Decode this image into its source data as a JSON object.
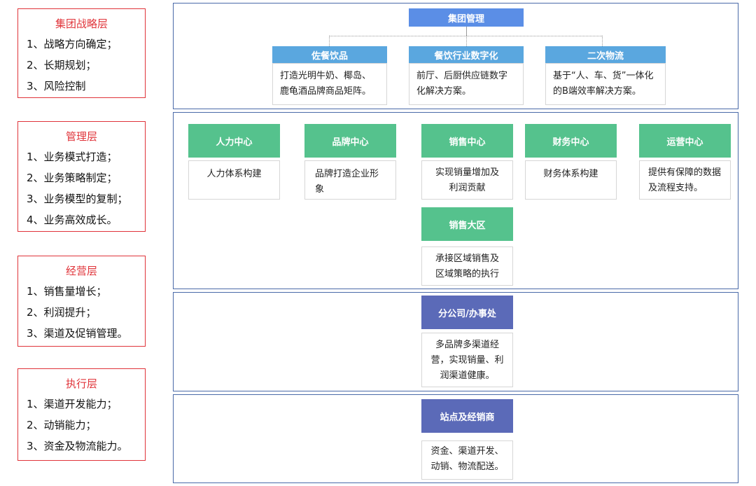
{
  "layers": [
    {
      "title": "集团战略层",
      "items": [
        "1、战略方向确定；",
        "2、长期规划；",
        "3、风险控制"
      ]
    },
    {
      "title": "管理层",
      "items": [
        "1、业务模式打造；",
        "2、业务策略制定；",
        "3、业务模型的复制；",
        "4、业务高效成长。"
      ]
    },
    {
      "title": "经营层",
      "items": [
        "1、销售量增长；",
        "2、利润提升；",
        "3、渠道及促销管理。"
      ]
    },
    {
      "title": "执行层",
      "items": [
        "1、渠道开发能力；",
        "2、动销能力；",
        "3、资金及物流能力。"
      ]
    }
  ],
  "group": {
    "title": "集团管理",
    "units": [
      {
        "title": "佐餐饮品",
        "desc": "打造光明牛奶、椰岛、鹿龟酒品牌商品矩阵。"
      },
      {
        "title": "餐饮行业数字化",
        "desc": "前厅、后厨供应链数字化解决方案。"
      },
      {
        "title": "二次物流",
        "desc": "基于“人、车、货”一体化的B端效率解决方案。"
      }
    ]
  },
  "centers": [
    {
      "title": "人力中心",
      "desc": "人力体系构建"
    },
    {
      "title": "品牌中心",
      "desc": "品牌打造企业形象"
    },
    {
      "title": "销售中心",
      "desc": "实现销量增加及利润贡献"
    },
    {
      "title": "财务中心",
      "desc": "财务体系构建"
    },
    {
      "title": "运营中心",
      "desc": "提供有保障的数据及流程支持。"
    }
  ],
  "region": {
    "title": "销售大区",
    "desc": "承接区域销售及区域策略的执行"
  },
  "branch": {
    "title": "分公司/办事处",
    "desc": "多品牌多渠道经营，实现销量、利润渠道健康。"
  },
  "dealer": {
    "title": "站点及经销商",
    "desc": "资金、渠道开发、动销、物流配送。"
  }
}
